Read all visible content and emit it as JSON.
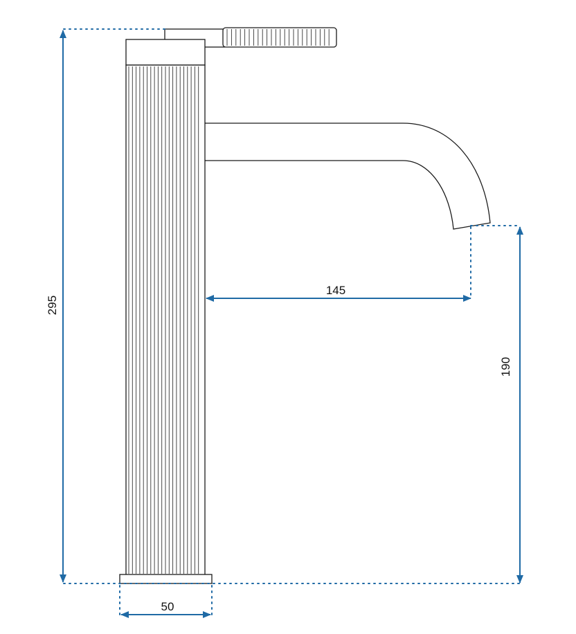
{
  "dimensions": {
    "total_height": "295",
    "spout_reach": "145",
    "spout_height": "190",
    "base_width": "50"
  },
  "colors": {
    "dimension_line": "#1f6aa5",
    "outline": "#1a1a1a",
    "label": "#111111"
  }
}
